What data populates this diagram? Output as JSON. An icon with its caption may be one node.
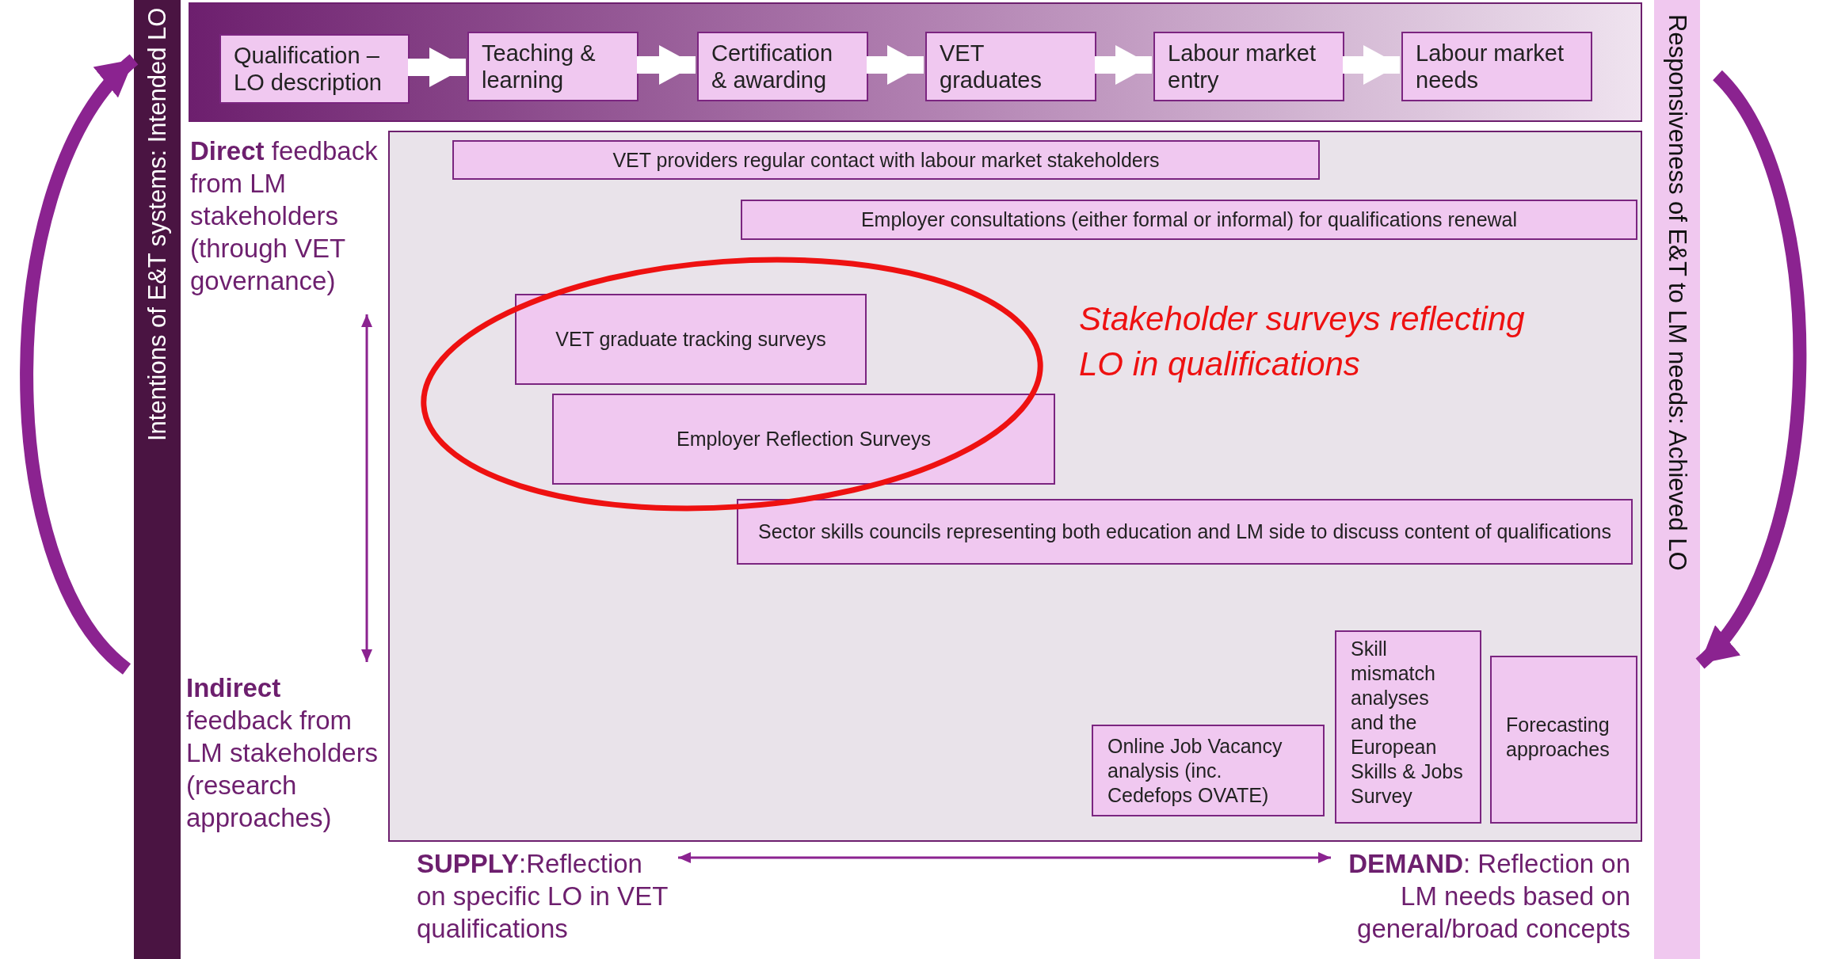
{
  "diagram": {
    "nodes": [
      {
        "text": [
          "Intentions of E&T systems: Intended LO"
        ]
      },
      {
        "text": [],
        "shape": "box"
      },
      {
        "text": [
          "Qualification – LO description"
        ],
        "in": 1
      },
      {
        "text": [
          "Teaching & learning"
        ],
        "in": 1
      },
      {
        "text": [
          "Certification & awarding"
        ],
        "in": 1
      },
      {
        "text": [
          "VET graduates"
        ],
        "in": 1
      },
      {
        "text": [
          "Labour market entry"
        ],
        "in": 1
      },
      {
        "text": [
          "Labour market needs"
        ],
        "in": 1
      },
      {
        "text": [
          "Responsiveness of E&T to LM needs: Achieved LO"
        ]
      },
      {
        "text": [
          "**Direct** feedback from LM stakeholders (through VET governance)"
        ]
      },
      {
        "text": [],
        "shape": "box"
      },
      {
        "text": [
          "VET providers regular contact with labour market stakeholders"
        ],
        "in": 10
      },
      {
        "text": [
          "Employer consultations (either formal or informal) for qualifications renewal"
        ],
        "in": 10
      },
      {
        "text": [
          "Stakeholder surveys reflecting LO in qualifications"
        ],
        "in": 10
      },
      {
        "text": [
          "VET graduate tracking surveys"
        ],
        "in": 10
      },
      {
        "text": [
          "Employer Reflection Surveys"
        ],
        "in": 10
      },
      {
        "text": [
          "Sector skills councils representing both education and LM side to discuss content of qualifications"
        ],
        "in": 10
      },
      {
        "text": [
          "Online Job Vacancy analysis (inc. Cedefops OVATE)"
        ],
        "in": 10
      },
      {
        "text": [
          "Skill mismatch analyses and the European Skills & Jobs Survey"
        ],
        "in": 10
      },
      {
        "text": [
          "Forecasting approaches"
        ],
        "in": 10
      },
      {
        "text": [
          "**Indirect** feedback from LM stakeholders (research approaches)"
        ]
      },
      {
        "text": [
          "**SUPPLY**:Reflection on specific LO in VET qualifications"
        ]
      },
      {
        "text": [
          "**DEMAND**: Reflection on LM needs based on general/broad concepts"
        ]
      }
    ],
    "edges": [
      {
        "from": 2,
        "to": 3,
        "arrow": "to"
      },
      {
        "from": 3,
        "to": 4,
        "arrow": "to"
      },
      {
        "from": 4,
        "to": 5,
        "arrow": "to"
      },
      {
        "from": 5,
        "to": 6,
        "arrow": "to"
      },
      {
        "from": 6,
        "to": 7,
        "arrow": "to"
      },
      {
        "from": null,
        "to": 0,
        "arrow": "to",
        "color": "#8b2390"
      },
      {
        "from": null,
        "to": 8,
        "arrow": "to",
        "color": "#8b2390"
      },
      {
        "from": 9,
        "to": 20,
        "arrow": "both",
        "color": "#8b2390"
      },
      {
        "from": 21,
        "to": 22,
        "arrow": "both",
        "color": "#8b2390"
      }
    ]
  }
}
